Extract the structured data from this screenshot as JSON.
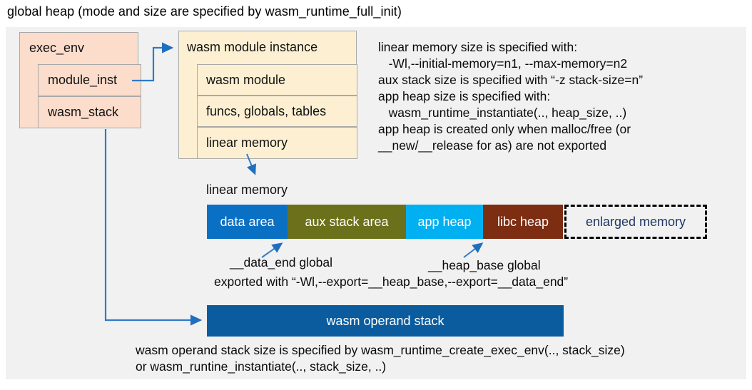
{
  "title": "global heap (mode and size are specified by wasm_runtime_full_init)",
  "exec_env": {
    "header": "exec_env",
    "rows": [
      "module_inst",
      "wasm_stack"
    ]
  },
  "module_instance": {
    "header": "wasm module instance",
    "rows": [
      "wasm module",
      "funcs, globals, tables",
      "linear memory"
    ]
  },
  "right_notes": "linear memory size is specified with:\n   -Wl,--initial-memory=n1, --max-memory=n2\naux stack size is specified with “-z stack-size=n”\napp heap size is specified with:\n   wasm_runtime_instantiate(.., heap_size, ..)\napp heap is created only when malloc/free (or\n__new/__release for as) are not exported",
  "linear_memory_label": "linear memory",
  "segments": [
    {
      "label": "data area",
      "color": "#0a70c4"
    },
    {
      "label": "aux stack area",
      "color": "#6b701a"
    },
    {
      "label": "app heap",
      "color": "#00b0f0"
    },
    {
      "label": "libc heap",
      "color": "#7c2d12"
    },
    {
      "label": "enlarged memory",
      "color": "transparent"
    }
  ],
  "annotations": {
    "data_end": "__data_end global",
    "heap_base": "__heap_base global",
    "exported": "exported with “-Wl,--export=__heap_base,--export=__data_end”"
  },
  "operand_stack_label": "wasm operand stack",
  "bottom_notes": "wasm operand stack size is specified by wasm_runtime_create_exec_env(.., stack_size)\nor wasm_runtine_instantiate(.., stack_size, ..)",
  "colors": {
    "panel_bg": "#f1f1f1",
    "exec_env_fill": "#fcdccb",
    "module_instance_fill": "#fdf0d2",
    "box_border": "#a9a9a9",
    "data_area": "#0a70c4",
    "aux_stack_area": "#6b701a",
    "app_heap": "#00b0f0",
    "libc_heap": "#7c2d12",
    "operand_stack": "#0b5c9e",
    "enlarged_memory_text": "#1f3864",
    "arrow": "#2e7bc8"
  }
}
